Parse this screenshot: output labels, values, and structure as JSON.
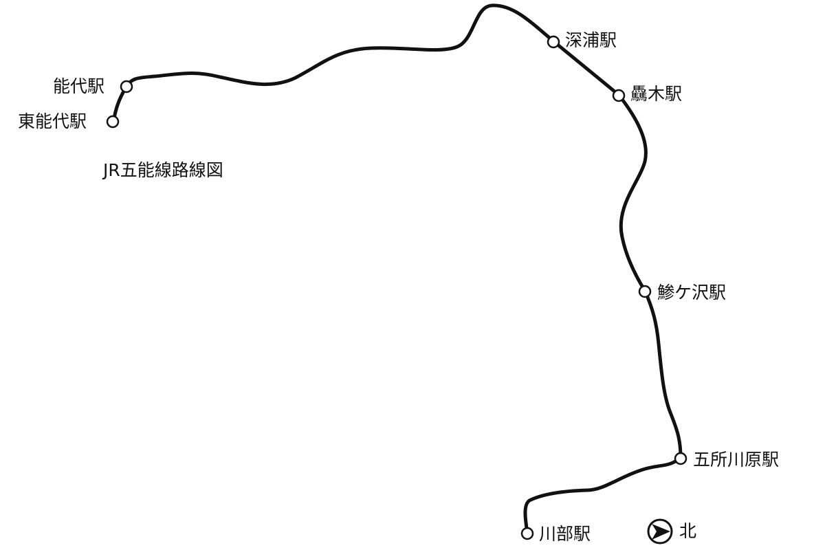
{
  "title": "JR五能線路線図",
  "line_color": "#111111",
  "stations": [
    {
      "id": "higashi-noshiro",
      "name": "東能代駅"
    },
    {
      "id": "noshiro",
      "name": "能代駅"
    },
    {
      "id": "fukaura",
      "name": "深浦駅"
    },
    {
      "id": "ajigasawa-n",
      "name": "驫木駅"
    },
    {
      "id": "ajigasawa",
      "name": "鯵ケ沢駅"
    },
    {
      "id": "goshogawara",
      "name": "五所川原駅"
    },
    {
      "id": "kawabe",
      "name": "川部駅"
    }
  ],
  "compass": {
    "label": "北",
    "icon": "north-arrow-icon"
  }
}
